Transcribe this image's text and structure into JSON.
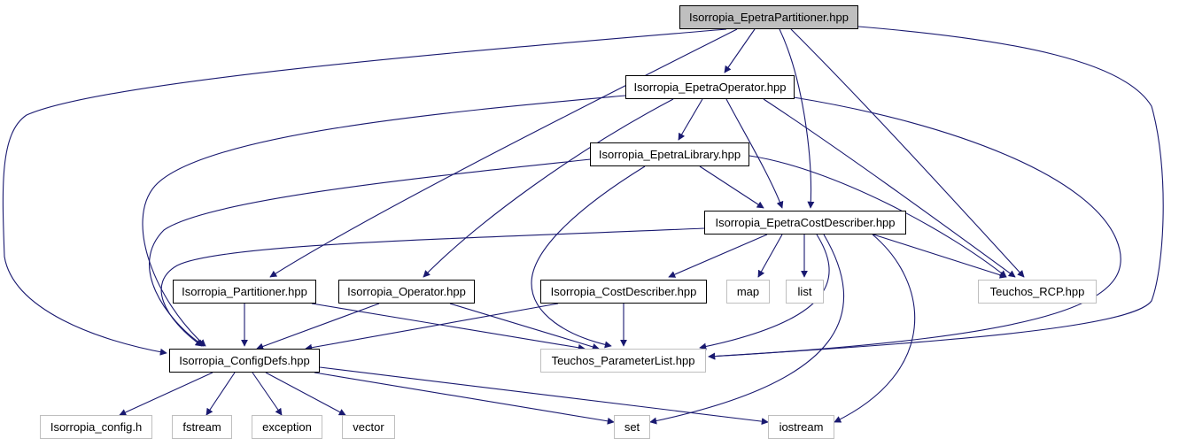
{
  "graph": {
    "nodes": {
      "epetra_partitioner": {
        "label": "Isorropia_EpetraPartitioner.hpp",
        "kind": "root"
      },
      "epetra_operator": {
        "label": "Isorropia_EpetraOperator.hpp",
        "kind": "internal"
      },
      "epetra_library": {
        "label": "Isorropia_EpetraLibrary.hpp",
        "kind": "internal"
      },
      "epetra_cost_describer": {
        "label": "Isorropia_EpetraCostDescriber.hpp",
        "kind": "internal"
      },
      "partitioner": {
        "label": "Isorropia_Partitioner.hpp",
        "kind": "internal"
      },
      "operator": {
        "label": "Isorropia_Operator.hpp",
        "kind": "internal"
      },
      "cost_describer": {
        "label": "Isorropia_CostDescriber.hpp",
        "kind": "internal"
      },
      "map": {
        "label": "map",
        "kind": "external"
      },
      "list": {
        "label": "list",
        "kind": "external"
      },
      "teuchos_rcp": {
        "label": "Teuchos_RCP.hpp",
        "kind": "external"
      },
      "config_defs": {
        "label": "Isorropia_ConfigDefs.hpp",
        "kind": "internal"
      },
      "teuchos_parameter_list": {
        "label": "Teuchos_ParameterList.hpp",
        "kind": "external"
      },
      "config_h": {
        "label": "Isorropia_config.h",
        "kind": "external"
      },
      "fstream": {
        "label": "fstream",
        "kind": "external"
      },
      "exception": {
        "label": "exception",
        "kind": "external"
      },
      "vector": {
        "label": "vector",
        "kind": "external"
      },
      "set": {
        "label": "set",
        "kind": "external"
      },
      "iostream": {
        "label": "iostream",
        "kind": "external"
      }
    },
    "edges": [
      [
        "epetra_partitioner",
        "epetra_operator"
      ],
      [
        "epetra_partitioner",
        "epetra_cost_describer"
      ],
      [
        "epetra_partitioner",
        "teuchos_rcp"
      ],
      [
        "epetra_partitioner",
        "config_defs"
      ],
      [
        "epetra_partitioner",
        "partitioner"
      ],
      [
        "epetra_partitioner",
        "teuchos_parameter_list"
      ],
      [
        "epetra_operator",
        "epetra_library"
      ],
      [
        "epetra_operator",
        "epetra_cost_describer"
      ],
      [
        "epetra_operator",
        "operator"
      ],
      [
        "epetra_operator",
        "config_defs"
      ],
      [
        "epetra_operator",
        "teuchos_rcp"
      ],
      [
        "epetra_operator",
        "teuchos_parameter_list"
      ],
      [
        "epetra_library",
        "epetra_cost_describer"
      ],
      [
        "epetra_library",
        "config_defs"
      ],
      [
        "epetra_library",
        "teuchos_parameter_list"
      ],
      [
        "epetra_library",
        "teuchos_rcp"
      ],
      [
        "epetra_cost_describer",
        "cost_describer"
      ],
      [
        "epetra_cost_describer",
        "map"
      ],
      [
        "epetra_cost_describer",
        "list"
      ],
      [
        "epetra_cost_describer",
        "teuchos_rcp"
      ],
      [
        "epetra_cost_describer",
        "teuchos_parameter_list"
      ],
      [
        "epetra_cost_describer",
        "config_defs"
      ],
      [
        "epetra_cost_describer",
        "set"
      ],
      [
        "epetra_cost_describer",
        "iostream"
      ],
      [
        "partitioner",
        "config_defs"
      ],
      [
        "partitioner",
        "teuchos_parameter_list"
      ],
      [
        "operator",
        "config_defs"
      ],
      [
        "operator",
        "teuchos_parameter_list"
      ],
      [
        "cost_describer",
        "config_defs"
      ],
      [
        "cost_describer",
        "teuchos_parameter_list"
      ],
      [
        "config_defs",
        "config_h"
      ],
      [
        "config_defs",
        "fstream"
      ],
      [
        "config_defs",
        "exception"
      ],
      [
        "config_defs",
        "vector"
      ],
      [
        "config_defs",
        "set"
      ],
      [
        "config_defs",
        "iostream"
      ]
    ]
  },
  "colors": {
    "edge": "#191970",
    "internal_border": "#000000",
    "external_border": "#bfbfbf",
    "root_fill": "#bfbfbf",
    "node_fill": "#ffffff"
  }
}
